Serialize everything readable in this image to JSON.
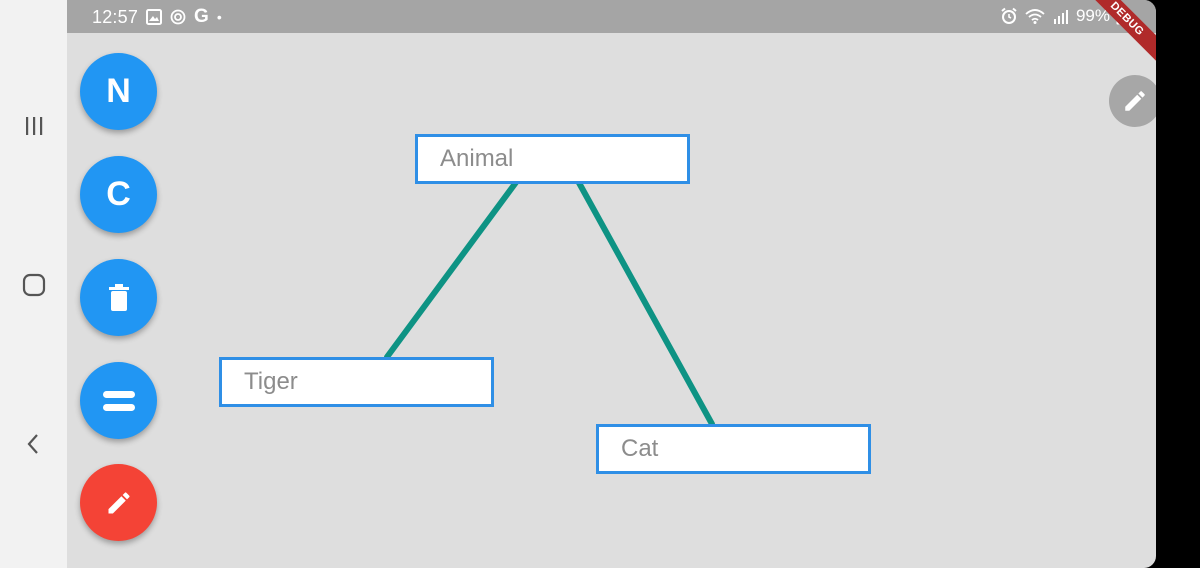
{
  "status_bar": {
    "time": "12:57",
    "g_letter": "G",
    "dot": "•",
    "battery_percent": "99%",
    "debug_banner": "DEBUG"
  },
  "fabs": [
    {
      "id": "new",
      "label": "N",
      "color": "#2196f3"
    },
    {
      "id": "connect",
      "label": "C",
      "color": "#2196f3"
    },
    {
      "id": "delete",
      "icon": "trash-icon",
      "color": "#2196f3"
    },
    {
      "id": "menu",
      "icon": "equals-icon",
      "color": "#2196f3"
    },
    {
      "id": "edit",
      "icon": "pencil-icon",
      "color": "#f44336"
    }
  ],
  "nodes": [
    {
      "id": "animal",
      "label": "Animal"
    },
    {
      "id": "tiger",
      "label": "Tiger"
    },
    {
      "id": "cat",
      "label": "Cat"
    }
  ],
  "edges": [
    {
      "from": "animal",
      "to": "tiger"
    },
    {
      "from": "animal",
      "to": "cat"
    }
  ],
  "colors": {
    "node_border": "#2f8fe6",
    "edge": "#0e9384",
    "fab_blue": "#2196f3",
    "fab_red": "#f44336",
    "canvas_bg": "#dedede"
  },
  "icons": {
    "nav_recents": "recents-icon",
    "nav_home": "home-icon",
    "nav_back": "back-icon",
    "side_edit": "pencil-icon"
  }
}
